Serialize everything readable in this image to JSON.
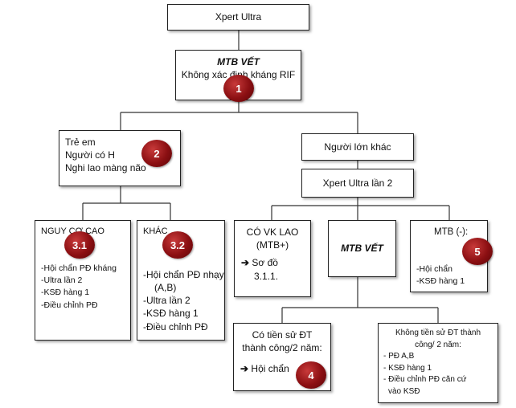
{
  "nodes": {
    "xpert_ultra": "Xpert Ultra",
    "mtb_vet_top": {
      "title": "MTB VẾT",
      "subtitle": "Không xác định kháng RIF"
    },
    "tre_em": [
      "Trẻ em",
      "Người có H",
      "Nghi lao màng não"
    ],
    "nguoi_lon_khac": "Người lớn khác",
    "xpert_ultra_lan2": "Xpert Ultra lần 2",
    "nguy_co_cao": {
      "title": "NGUY CƠ CAO",
      "items": [
        "-Hội chẩn PĐ kháng",
        "-Ultra lần 2",
        "-KSĐ hàng 1",
        "-Điều chỉnh PĐ"
      ]
    },
    "khac": {
      "title": "KHÁC",
      "items": [
        "-Hội chẩn PĐ nhạy",
        "(A,B)",
        "-Ultra lần 2",
        "-KSĐ hàng 1",
        "-Điều chỉnh PĐ"
      ]
    },
    "co_vk_lao": {
      "title": "CÓ VK LAO",
      "subtitle": "(MTB+)",
      "arrow": "➔",
      "action": "Sơ đồ",
      "ref": "3.1.1."
    },
    "mtb_vet_mid": "MTB VẾT",
    "mtb_am": {
      "title": "MTB (-):",
      "items": [
        "-Hội chẩn",
        "-KSĐ hàng 1"
      ]
    },
    "co_tien_su": {
      "title1": "Có tiền sử ĐT",
      "title2": "thành công/2 năm:",
      "arrow": "➔",
      "action": "Hội chẩn"
    },
    "khong_tien_su": {
      "title1": "Không tiền sử ĐT thành",
      "title2": "công/ 2 năm:",
      "items": [
        "- PĐ A,B",
        "- KSĐ hàng 1",
        "- Điều chỉnh PĐ căn cứ",
        "vào KSĐ"
      ]
    }
  },
  "badges": {
    "b1": "1",
    "b2": "2",
    "b31": "3.1",
    "b32": "3.2",
    "b4": "4",
    "b5": "5"
  },
  "colors": {
    "badge": "#8b0f12",
    "border": "#222222",
    "line": "#333333"
  }
}
